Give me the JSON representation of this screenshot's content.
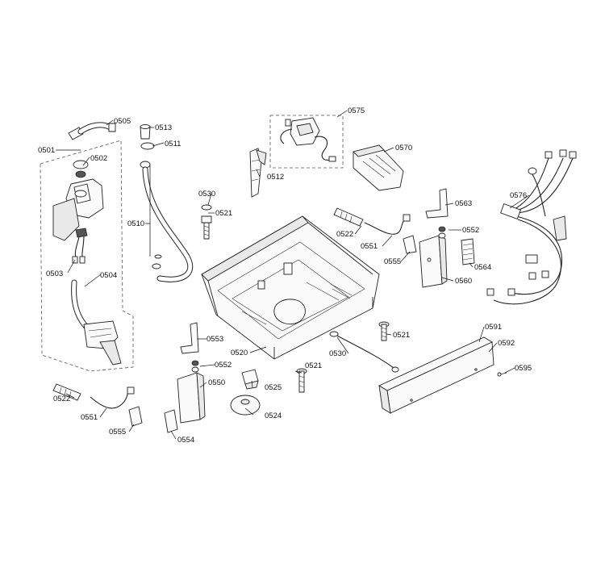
{
  "labels": {
    "p0501": "0501",
    "p0502": "0502",
    "p0503": "0503",
    "p0504": "0504",
    "p0505": "0505",
    "p0510": "0510",
    "p0511": "0511",
    "p0512": "0512",
    "p0513": "0513",
    "p0520": "0520",
    "p0521a": "0521",
    "p0521b": "0521",
    "p0521c": "0521",
    "p0522a": "0522",
    "p0522b": "0522",
    "p0524": "0524",
    "p0525": "0525",
    "p0530a": "0530",
    "p0530b": "0530",
    "p0550": "0550",
    "p0551a": "0551",
    "p0551b": "0551",
    "p0552a": "0552",
    "p0552b": "0552",
    "p0553": "0553",
    "p0554": "0554",
    "p0555a": "0555",
    "p0555b": "0555",
    "p0560": "0560",
    "p0563": "0563",
    "p0564": "0564",
    "p0570": "0570",
    "p0575": "0575",
    "p0576": "0576",
    "p0591": "0591",
    "p0592": "0592",
    "p0595": "0595"
  }
}
